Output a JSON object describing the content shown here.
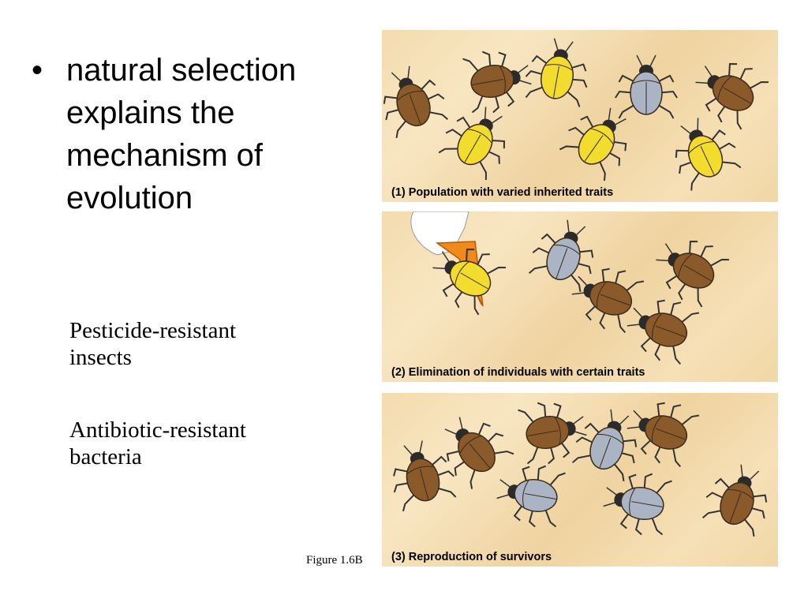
{
  "bullet": {
    "symbol": "•",
    "text": "natural selection explains the mechanism of evolution"
  },
  "examples": [
    "Pesticide-resistant insects",
    "Antibiotic-resistant bacteria"
  ],
  "figure_caption": "Figure 1.6B",
  "panels": [
    {
      "label": "(1) Population with varied inherited traits"
    },
    {
      "label": "(2) Elimination of individuals with certain traits"
    },
    {
      "label": "(3) Reproduction of survivors"
    }
  ],
  "colors": {
    "brown_beetle": "#8a5a2b",
    "yellow_beetle": "#f2dc2e",
    "gray_beetle": "#aab4c4",
    "sand": "#f3dcae",
    "bird_beak": "#f08a1c"
  }
}
